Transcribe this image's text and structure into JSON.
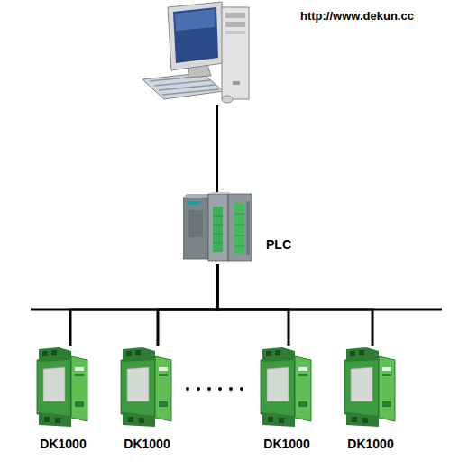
{
  "diagram": {
    "nodes": [
      {
        "text": [
          "PLC"
        ]
      },
      {
        "text": [
          "DK1000"
        ]
      },
      {
        "text": [
          "DK1000"
        ]
      },
      {
        "text": [
          "DK1000"
        ]
      },
      {
        "text": [
          "DK1000"
        ]
      }
    ],
    "edges": [
      {
        "from": 0,
        "to": 1,
        "arrow": "none"
      },
      {
        "from": 0,
        "to": 2,
        "arrow": "none"
      },
      {
        "from": 0,
        "to": 3,
        "arrow": "none"
      },
      {
        "from": 0,
        "to": 4,
        "arrow": "none"
      }
    ],
    "labels": [
      "http://www.dekun.cc"
    ]
  }
}
